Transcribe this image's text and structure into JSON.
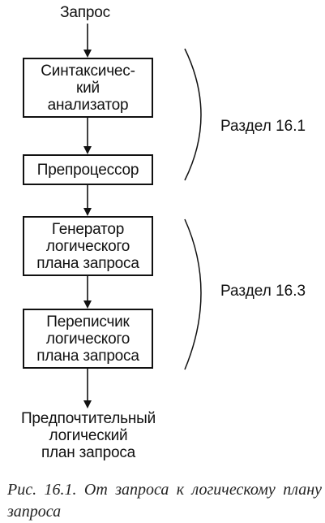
{
  "diagram": {
    "input_label": "Запрос",
    "boxes": [
      {
        "id": "parser",
        "text": "Синтаксичес-\nкий\nанализатор"
      },
      {
        "id": "preprocessor",
        "text": "Препроцессор"
      },
      {
        "id": "plan-generator",
        "text": "Генератор\nлогического\nплана запроса"
      },
      {
        "id": "plan-rewriter",
        "text": "Переписчик\nлогического\nплана запроса"
      }
    ],
    "output_label": "Предпочтительный\nлогический\nплан запроса",
    "sections": [
      {
        "label": "Раздел 16.1"
      },
      {
        "label": "Раздел 16.3"
      }
    ]
  },
  "caption": {
    "text": "Рис. 16.1. От запроса к логическому плану запроса"
  }
}
